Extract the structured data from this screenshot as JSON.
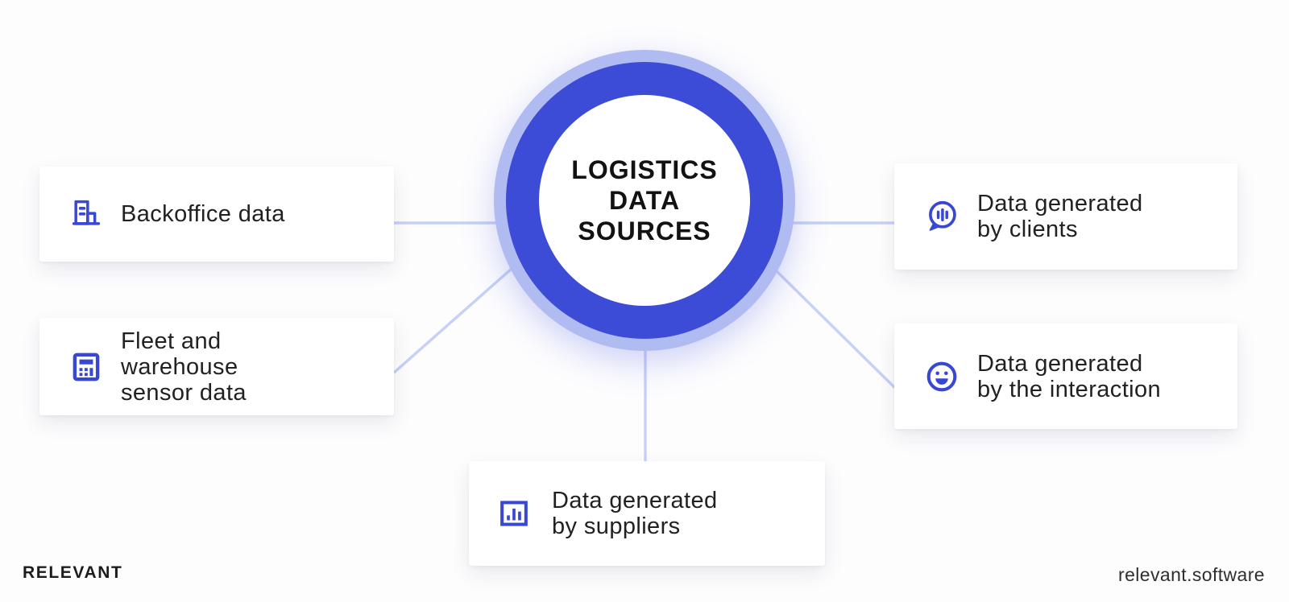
{
  "diagram": {
    "center": {
      "title": "LOGISTICS\nDATA SOURCES"
    },
    "nodes": [
      {
        "id": "backoffice",
        "icon": "building-icon",
        "label": "Backoffice data"
      },
      {
        "id": "fleet",
        "icon": "calculator-icon",
        "label": "Fleet and\nwarehouse\nsensor data"
      },
      {
        "id": "clients",
        "icon": "voice-bubble-icon",
        "label": "Data generated\nby clients"
      },
      {
        "id": "interaction",
        "icon": "smiley-icon",
        "label": "Data generated\nby the interaction"
      },
      {
        "id": "suppliers",
        "icon": "bar-chart-icon",
        "label": "Data generated\nby suppliers"
      }
    ]
  },
  "footer": {
    "brand": "RELEVANT",
    "website": "relevant.software"
  },
  "colors": {
    "accent": "#3847d4",
    "ring": "#3d4cd6",
    "halo": "#b0bbf1",
    "connector": "#c7d0f6",
    "title": "#121212",
    "text": "#212121",
    "card_bg": "#ffffff",
    "background": "#fdfdfe"
  }
}
